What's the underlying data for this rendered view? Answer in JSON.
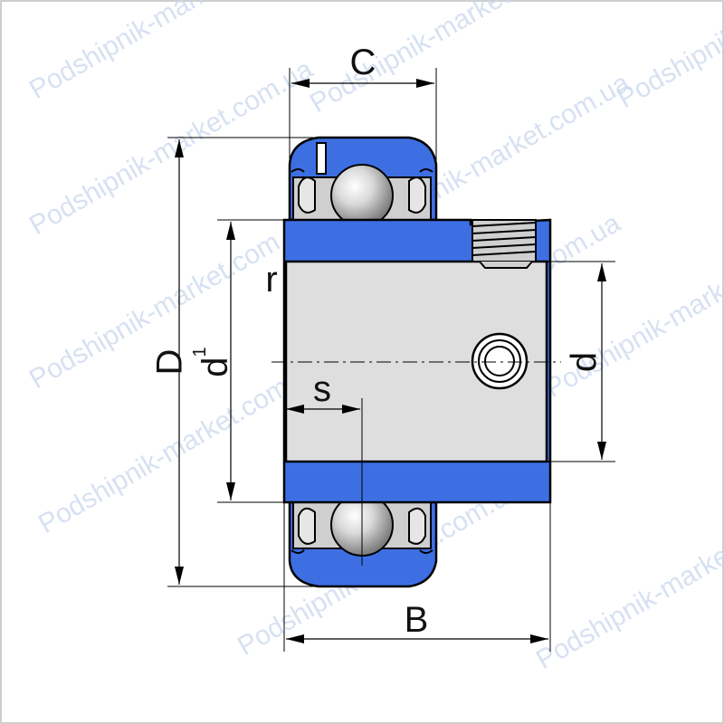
{
  "drawing": {
    "colors": {
      "outline": "#000000",
      "housing_blue": "#3d6fe3",
      "bore_gray": "#dedede",
      "ring_gray": "#cfcfcf",
      "ball_light": "#f2f2f2",
      "ball_dark": "#8a8a8a",
      "watermark": "#c9d7ee",
      "background": "#ffffff"
    },
    "labels": {
      "C": "C",
      "D": "D",
      "d1": "d",
      "d1_sub": "1",
      "d": "d",
      "r": "r",
      "s": "s",
      "B": "B"
    },
    "watermark_text": "Podshipnik-market.com.ua"
  }
}
